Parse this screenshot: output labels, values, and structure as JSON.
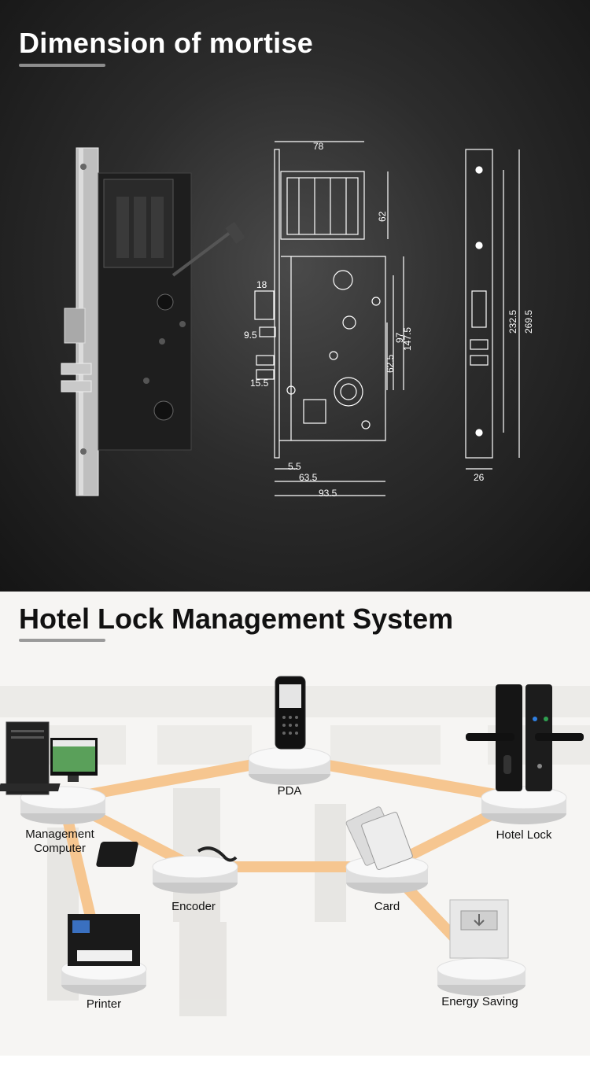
{
  "section1": {
    "title": "Dimension of mortise",
    "dimensions": {
      "width_top": "78",
      "height_top": "62",
      "d18": "18",
      "d9_5": "9.5",
      "d15_5": "15.5",
      "d62_5": "62.5",
      "d97": "97",
      "d147_5": "147.5",
      "d5_5": "5.5",
      "d63_5": "63.5",
      "d93_5": "93.5",
      "d232_5": "232.5",
      "d269_5": "269.5",
      "d26": "26"
    }
  },
  "section2": {
    "title": "Hotel Lock Management System",
    "nodes": {
      "management_line1": "Management",
      "management_line2": "Computer",
      "pda": "PDA",
      "hotel_lock": "Hotel Lock",
      "encoder": "Encoder",
      "card": "Card",
      "printer": "Printer",
      "energy_saving": "Energy Saving"
    }
  },
  "colors": {
    "dark_bg": "#1c1c1c",
    "underline": "#8d8d8d",
    "connector": "#f6c690"
  }
}
